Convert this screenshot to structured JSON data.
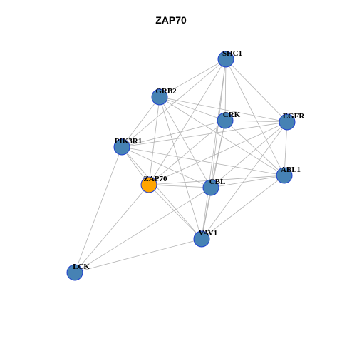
{
  "title": "ZAP70",
  "colors": {
    "node_fill": "#4682b4",
    "node_stroke": "#1f3fcf",
    "focus_fill": "#ffa500",
    "edge": "#b3b3b3",
    "label": "#000000"
  },
  "network": {
    "focus_node": "ZAP70",
    "nodes": [
      "SHC1",
      "GRB2",
      "CRK",
      "EGFR",
      "PIK3R1",
      "ZAP70",
      "CBL",
      "ABL1",
      "VAV1",
      "LCK"
    ],
    "edges": [
      [
        "SHC1",
        "GRB2"
      ],
      [
        "SHC1",
        "CRK"
      ],
      [
        "SHC1",
        "EGFR"
      ],
      [
        "SHC1",
        "PIK3R1"
      ],
      [
        "SHC1",
        "ZAP70"
      ],
      [
        "SHC1",
        "CBL"
      ],
      [
        "SHC1",
        "ABL1"
      ],
      [
        "SHC1",
        "VAV1"
      ],
      [
        "GRB2",
        "CRK"
      ],
      [
        "GRB2",
        "EGFR"
      ],
      [
        "GRB2",
        "PIK3R1"
      ],
      [
        "GRB2",
        "ZAP70"
      ],
      [
        "GRB2",
        "CBL"
      ],
      [
        "GRB2",
        "ABL1"
      ],
      [
        "GRB2",
        "VAV1"
      ],
      [
        "CRK",
        "EGFR"
      ],
      [
        "CRK",
        "PIK3R1"
      ],
      [
        "CRK",
        "ZAP70"
      ],
      [
        "CRK",
        "CBL"
      ],
      [
        "CRK",
        "ABL1"
      ],
      [
        "CRK",
        "VAV1"
      ],
      [
        "EGFR",
        "PIK3R1"
      ],
      [
        "EGFR",
        "ZAP70"
      ],
      [
        "EGFR",
        "CBL"
      ],
      [
        "EGFR",
        "ABL1"
      ],
      [
        "EGFR",
        "VAV1"
      ],
      [
        "PIK3R1",
        "ZAP70"
      ],
      [
        "PIK3R1",
        "CBL"
      ],
      [
        "PIK3R1",
        "ABL1"
      ],
      [
        "PIK3R1",
        "VAV1"
      ],
      [
        "PIK3R1",
        "LCK"
      ],
      [
        "ZAP70",
        "CBL"
      ],
      [
        "ZAP70",
        "ABL1"
      ],
      [
        "ZAP70",
        "VAV1"
      ],
      [
        "ZAP70",
        "LCK"
      ],
      [
        "CBL",
        "ABL1"
      ],
      [
        "CBL",
        "VAV1"
      ],
      [
        "CBL",
        "LCK"
      ],
      [
        "ABL1",
        "VAV1"
      ],
      [
        "VAV1",
        "LCK"
      ]
    ]
  }
}
